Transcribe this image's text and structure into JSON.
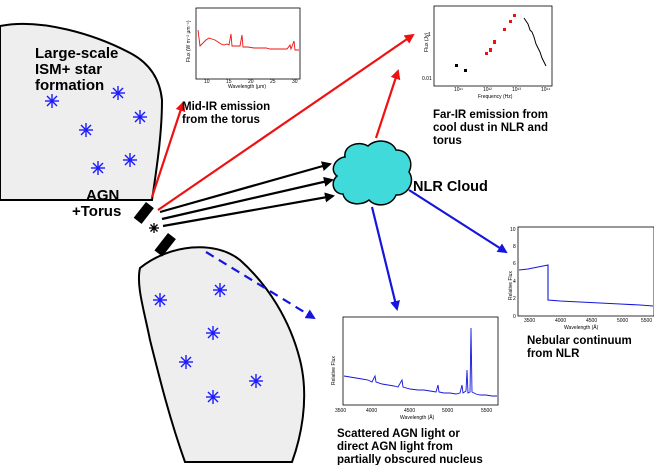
{
  "galaxy_top": {
    "lines": [
      "Large-scale",
      "ISM+ star",
      "formation"
    ]
  },
  "agn": {
    "lines": [
      "AGN",
      "+Torus"
    ]
  },
  "nlr": {
    "label": "NLR Cloud"
  },
  "captions": {
    "midir": [
      "Mid-IR emission",
      "from the torus"
    ],
    "farir": [
      "Far-IR emission from",
      "cool dust in NLR and",
      "torus"
    ],
    "nebular": [
      "Nebular continuum",
      "from NLR"
    ],
    "scattered": [
      "Scattered AGN light or",
      "direct AGN light from",
      "partially obscured nucleus"
    ]
  },
  "plot_midir": {
    "xlabel": "Wavelength (μm)",
    "ylabel": "Flux (W m⁻² μm⁻¹)",
    "xticks": [
      "10",
      "15",
      "20",
      "25",
      "30"
    ]
  },
  "plot_farir": {
    "xlabel": "Frequency (Hz)",
    "ylabel": "Flux (Jy)",
    "xticks": [
      "10¹¹",
      "10¹²",
      "10¹³",
      "10¹⁴"
    ],
    "yticks": [
      "0.01",
      "1"
    ]
  },
  "plot_nebular": {
    "xlabel": "Wavelength (Å)",
    "ylabel": "Relative Flux",
    "xticks": [
      "3500",
      "4000",
      "4500",
      "5000",
      "5500"
    ],
    "yticks": [
      "0",
      "2",
      "4",
      "6",
      "8",
      "10"
    ]
  },
  "plot_scattered": {
    "xlabel": "Wavelength (Å)",
    "ylabel": "Relative Flux",
    "xticks": [
      "3500",
      "4000",
      "4500",
      "5000",
      "5500"
    ]
  },
  "colors": {
    "red": "#ee1111",
    "black": "#000000",
    "blue": "#1515dd",
    "cloud": "#40dada",
    "star": "#1a1aff"
  }
}
